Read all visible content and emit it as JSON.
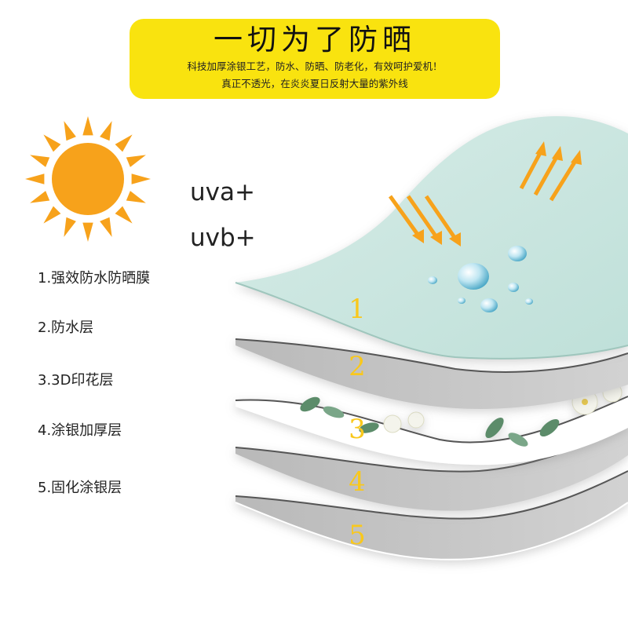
{
  "banner": {
    "title": "一切为了防晒",
    "line1": "科技加厚涂银工艺，防水、防晒、防老化，有效呵护爱机！",
    "line2": "真正不透光，在炎炎夏日反射大量的紫外线"
  },
  "uv": {
    "uva": "uva+",
    "uvb": "uvb+"
  },
  "layers": [
    {
      "label": "1.强效防水防晒膜",
      "number": "1"
    },
    {
      "label": "2.防水层",
      "number": "2"
    },
    {
      "label": "3.3D印花层",
      "number": "3"
    },
    {
      "label": "4.涂银加厚层",
      "number": "4"
    },
    {
      "label": "5.固化涂银层",
      "number": "5"
    }
  ],
  "colors": {
    "banner": "#f9e30f",
    "sun": "#f7a21b",
    "arrows": "#f7a21b",
    "film": "#cfe8e2",
    "gray_layer": "#c4c4c4",
    "number": "#f9c81c"
  }
}
